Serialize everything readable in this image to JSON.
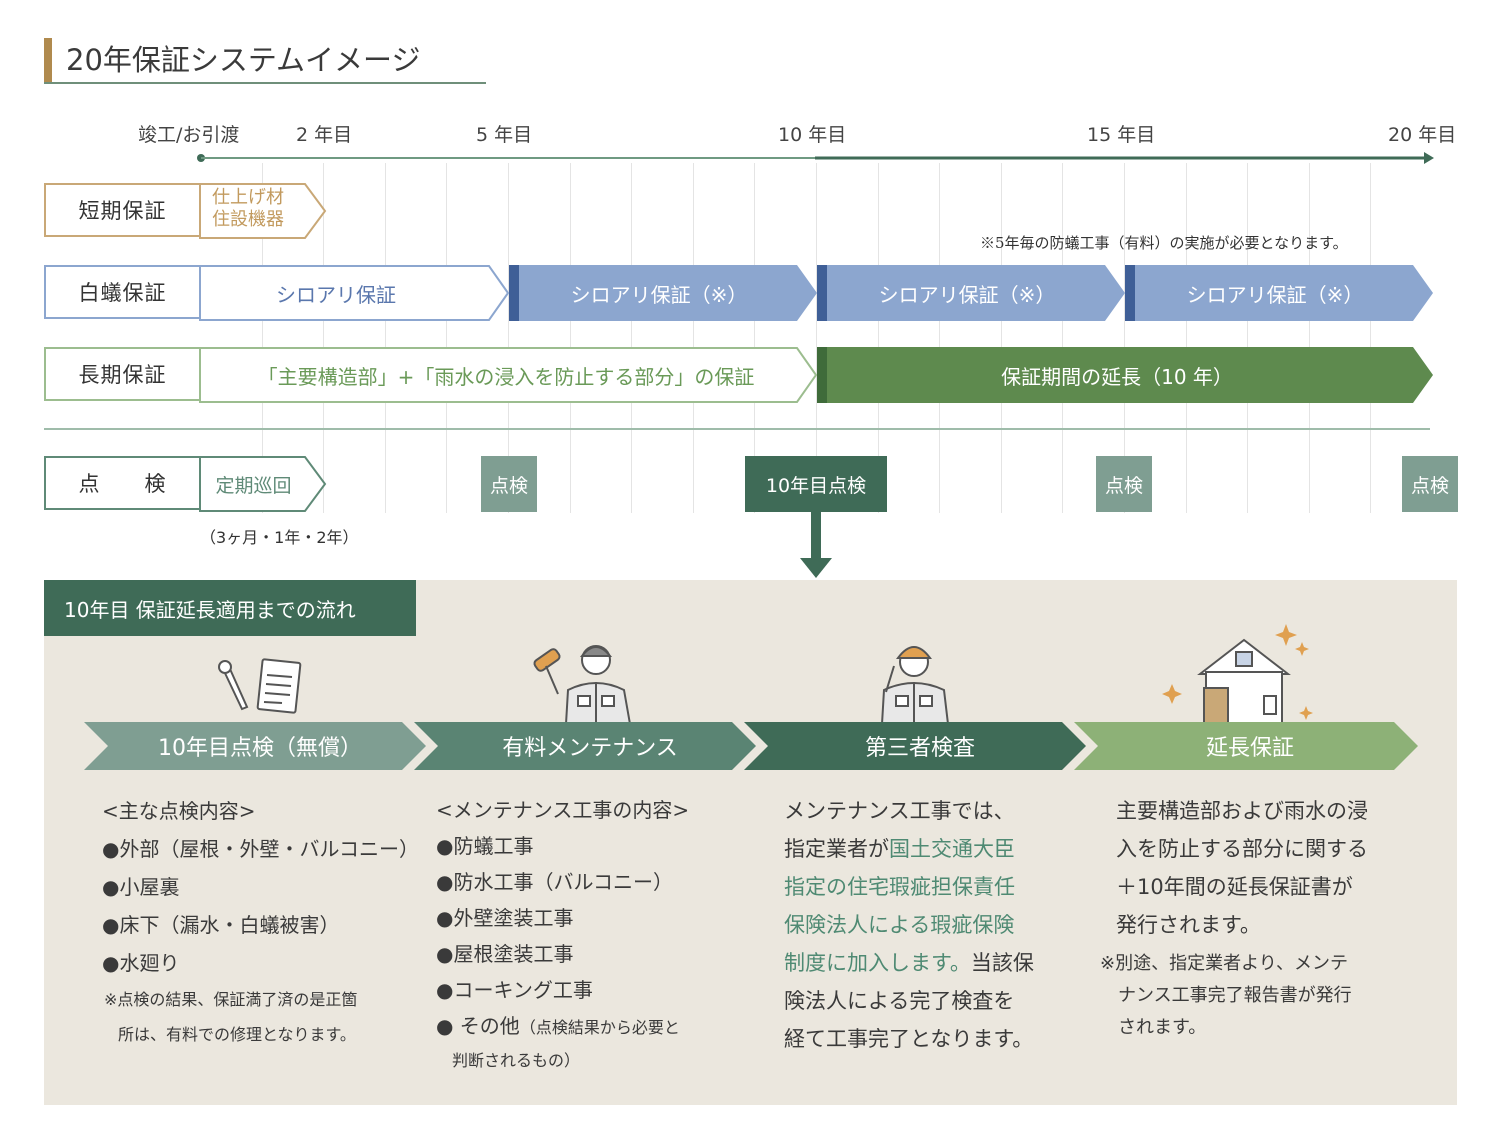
{
  "title": "20年保証システムイメージ",
  "years": [
    "竣工/お引渡",
    "2 年目",
    "5 年目",
    "10 年目",
    "15 年目",
    "20 年目"
  ],
  "rows": {
    "short": {
      "label": "短期保証",
      "items": [
        "仕上げ材",
        "住設機器"
      ]
    },
    "termite": {
      "label": "白蟻保証",
      "initial": "シロアリ保証",
      "renewal": "シロアリ保証（※）",
      "note": "※5年毎の防蟻工事（有料）の実施が必要となります。"
    },
    "long": {
      "label": "長期保証",
      "initial": "「主要構造部」+「雨水の浸入を防止する部分」の保証",
      "extension": "保証期間の延長（10 年）"
    },
    "inspection": {
      "label": "点　　検",
      "periodic": "定期巡回",
      "periodic_note": "（3ヶ月・1年・2年）",
      "badge": "点検",
      "badge10": "10年目点検"
    }
  },
  "flow": {
    "title": "10年目  保証延長適用までの流れ",
    "steps": [
      {
        "label": "10年目点検（無償）",
        "icon": "tools-clipboard-icon"
      },
      {
        "label": "有料メンテナンス",
        "icon": "painter-worker-icon"
      },
      {
        "label": "第三者検査",
        "icon": "inspector-worker-icon"
      },
      {
        "label": "延長保証",
        "icon": "sparkling-house-icon"
      }
    ],
    "col1": {
      "heading": "<主な点検内容>",
      "items": [
        "●外部（屋根・外壁・バルコニー）",
        "●小屋裏",
        "●床下（漏水・白蟻被害）",
        "●水廻り"
      ],
      "note1": "※点検の結果、保証満了済の是正箇",
      "note2": "所は、有料での修理となります。"
    },
    "col2": {
      "heading": "<メンテナンス工事の内容>",
      "items": [
        "●防蟻工事",
        "●防水工事（バルコニー）",
        "●外壁塗装工事",
        "●屋根塗装工事",
        "●コーキング工事"
      ],
      "other": "● その他",
      "other_note": "（点検結果から必要と",
      "other_note2": "判断されるもの）"
    },
    "col3": {
      "t1": "メンテナンス工事では、",
      "t2a": "指定業者が",
      "t2b": "国土交通大臣",
      "t3": "指定の住宅瑕疵担保責任",
      "t4": "保険法人による瑕疵保険",
      "t5a": "制度に加入します。",
      "t5b": "当該保",
      "t6": "険法人による完了検査を",
      "t7": "経て工事完了となります。"
    },
    "col4": {
      "t1": "主要構造部および雨水の浸",
      "t2": "入を防止する部分に関する",
      "t3": "＋10年間の延長保証書が",
      "t4": "発行されます。",
      "n1": "※別途、指定業者より、メンテ",
      "n2": "ナンス工事完了報告書が発行",
      "n3": "されます。"
    }
  },
  "colors": {
    "brown": "#b08a4e",
    "blue": "#8ca6cf",
    "blueDark": "#3f5f97",
    "green": "#5e8a4e",
    "greenDark": "#3f6b57",
    "panel": "#ebe7de"
  }
}
